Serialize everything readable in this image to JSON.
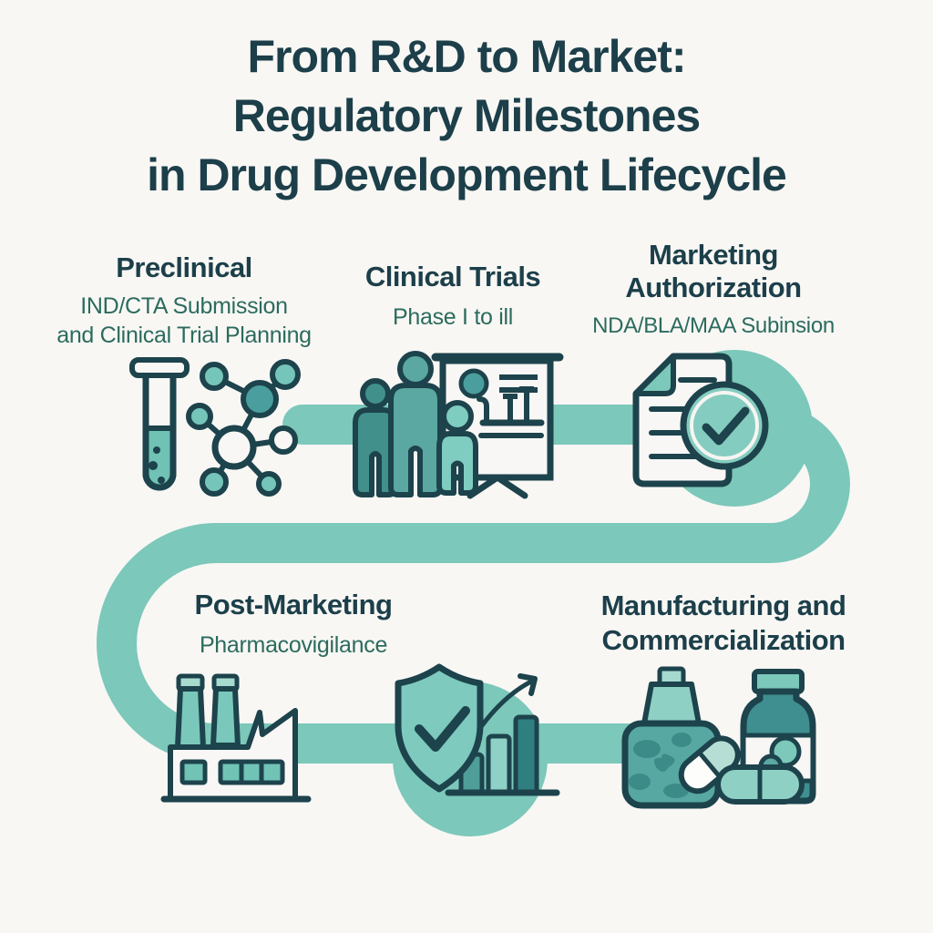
{
  "title": {
    "line1": "From R&D to Market:",
    "line2": "Regulatory Milestones",
    "line3": "in Drug Development Lifecycle"
  },
  "stages": {
    "preclinical": {
      "title": "Preclinical",
      "sub1": "IND/CTA Submission",
      "sub2": "and Clinical Trial Planning",
      "icons": [
        "test-tube-icon",
        "molecule-icon"
      ]
    },
    "clinical": {
      "title": "Clinical Trials",
      "sub1": "Phase I to ill",
      "icons": [
        "patient-group-icon",
        "presentation-board-icon"
      ]
    },
    "marketing": {
      "title1": "Marketing",
      "title2": "Authorization",
      "sub1": "NDA/BLA/MAA Subinsion",
      "icons": [
        "approved-document-icon",
        "check-circle-icon"
      ]
    },
    "postmarketing": {
      "title": "Post-Marketing",
      "sub1": "Pharmacovigilance",
      "icons": [
        "factory-icon",
        "shield-check-icon",
        "growth-chart-icon"
      ]
    },
    "manufacturing": {
      "title1": "Manufacturing and",
      "title2": "Commercialization",
      "icons": [
        "medicine-bottle-icon",
        "capsule-icon",
        "pill-bottle-icon"
      ]
    }
  },
  "colors": {
    "background": "#f8f7f4",
    "heading_text": "#1c3f4a",
    "subtitle_text": "#2c6b5e",
    "flow_path": "#7cc8ba",
    "outline": "#1d434c",
    "teal_dark": "#2f7f80",
    "teal_medium": "#57a8a2",
    "teal_light": "#8fd0c5",
    "teal_pale": "#b7ded4"
  }
}
